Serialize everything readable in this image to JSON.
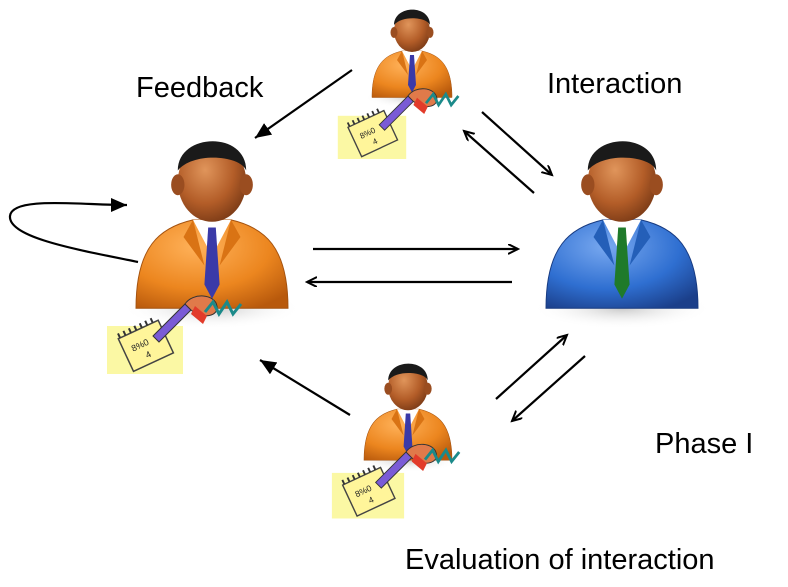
{
  "labels": {
    "feedback": "Feedback",
    "interaction": "Interaction",
    "phase": "Phase I",
    "evaluation": "Evaluation of interaction"
  },
  "figures": [
    {
      "name": "evaluator-top",
      "role": "evaluator",
      "suit": "orange"
    },
    {
      "name": "central-person",
      "role": "actor",
      "suit": "orange"
    },
    {
      "name": "blue-person",
      "role": "partner",
      "suit": "blue"
    },
    {
      "name": "evaluator-bottom",
      "role": "evaluator",
      "suit": "orange"
    }
  ],
  "colors": {
    "orange_suit": "#e8821e",
    "blue_suit": "#2f6fd1",
    "skin": "#b05a2a",
    "hair": "#1a1a1a",
    "notepad": "#f7f066",
    "arrow": "#000000"
  },
  "icons": [
    "person-icon",
    "notepad-icon",
    "pen-icon"
  ]
}
